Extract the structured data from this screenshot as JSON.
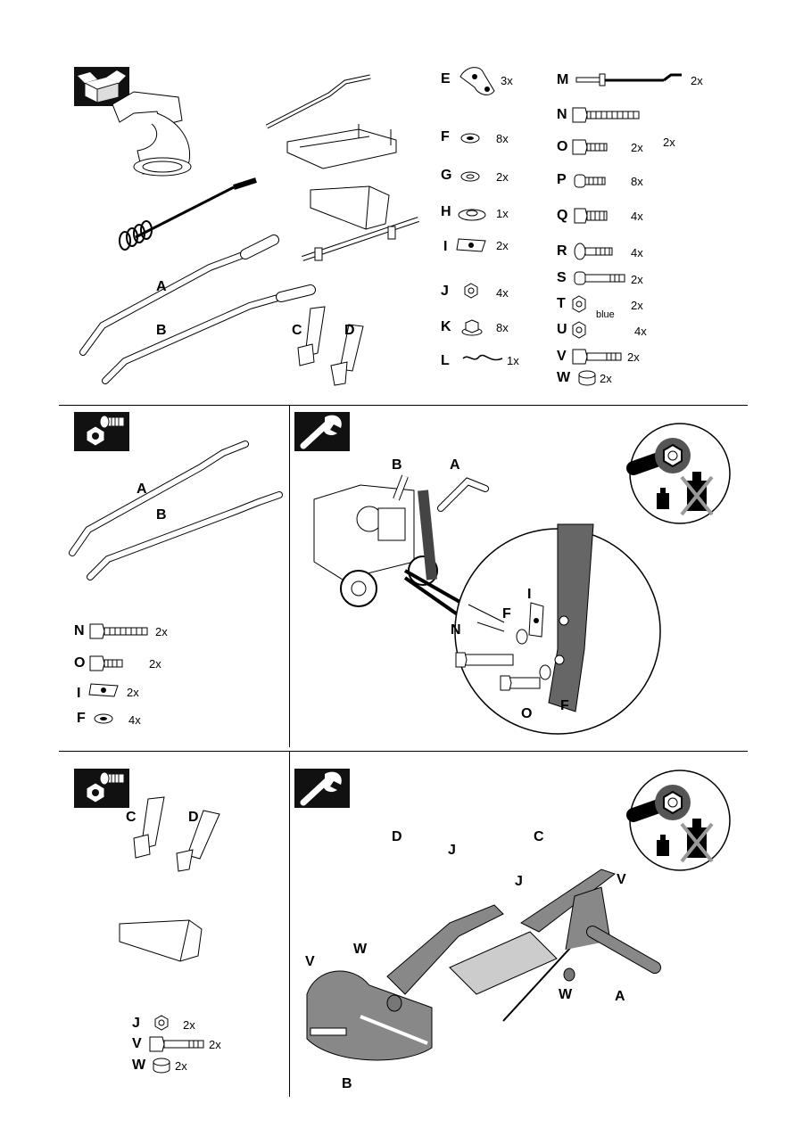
{
  "section1": {
    "box_icon": "open-box-icon",
    "parts_left": [
      "A",
      "B",
      "C",
      "D"
    ],
    "parts_right": [
      {
        "letter": "E",
        "qty": "3x"
      },
      {
        "letter": "F",
        "qty": "8x"
      },
      {
        "letter": "G",
        "qty": "2x"
      },
      {
        "letter": "H",
        "qty": "1x"
      },
      {
        "letter": "I",
        "qty": "2x"
      },
      {
        "letter": "J",
        "qty": "4x"
      },
      {
        "letter": "K",
        "qty": "8x"
      },
      {
        "letter": "L",
        "qty": "1x"
      }
    ],
    "parts_far": [
      {
        "letter": "M",
        "qty": "2x"
      },
      {
        "letter": "N",
        "qty": ""
      },
      {
        "letter": "O",
        "qty": "2x"
      },
      {
        "letter": "P",
        "qty": "8x"
      },
      {
        "letter": "Q",
        "qty": "4x"
      },
      {
        "letter": "R",
        "qty": "4x"
      },
      {
        "letter": "S",
        "qty": "2x"
      },
      {
        "letter": "T",
        "qty": "2x"
      },
      {
        "letter": "U",
        "qty": "4x"
      },
      {
        "letter": "V",
        "qty": "2x"
      },
      {
        "letter": "W",
        "qty": "2x"
      }
    ],
    "n_extra_qty": "2x",
    "t_note": "blue"
  },
  "section2": {
    "left_labels": [
      "A",
      "B"
    ],
    "hardware": [
      {
        "letter": "N",
        "qty": "2x"
      },
      {
        "letter": "O",
        "qty": "2x"
      },
      {
        "letter": "I",
        "qty": "2x"
      },
      {
        "letter": "F",
        "qty": "4x"
      }
    ],
    "right_labels": {
      "b": "B",
      "a": "A",
      "i": "I",
      "f1": "F",
      "n": "N",
      "o": "O",
      "f2": "F"
    }
  },
  "section3": {
    "left_labels": [
      "C",
      "D"
    ],
    "hardware": [
      {
        "letter": "J",
        "qty": "2x"
      },
      {
        "letter": "V",
        "qty": "2x"
      },
      {
        "letter": "W",
        "qty": "2x"
      }
    ],
    "right_labels": {
      "d": "D",
      "j1": "J",
      "c": "C",
      "j2": "J",
      "v1": "V",
      "w1": "W",
      "v2": "V",
      "w2": "W",
      "a": "A",
      "b": "B"
    }
  },
  "icons": [
    "nut-bolt-icon",
    "wrench-icon",
    "torque-warning-icon"
  ]
}
